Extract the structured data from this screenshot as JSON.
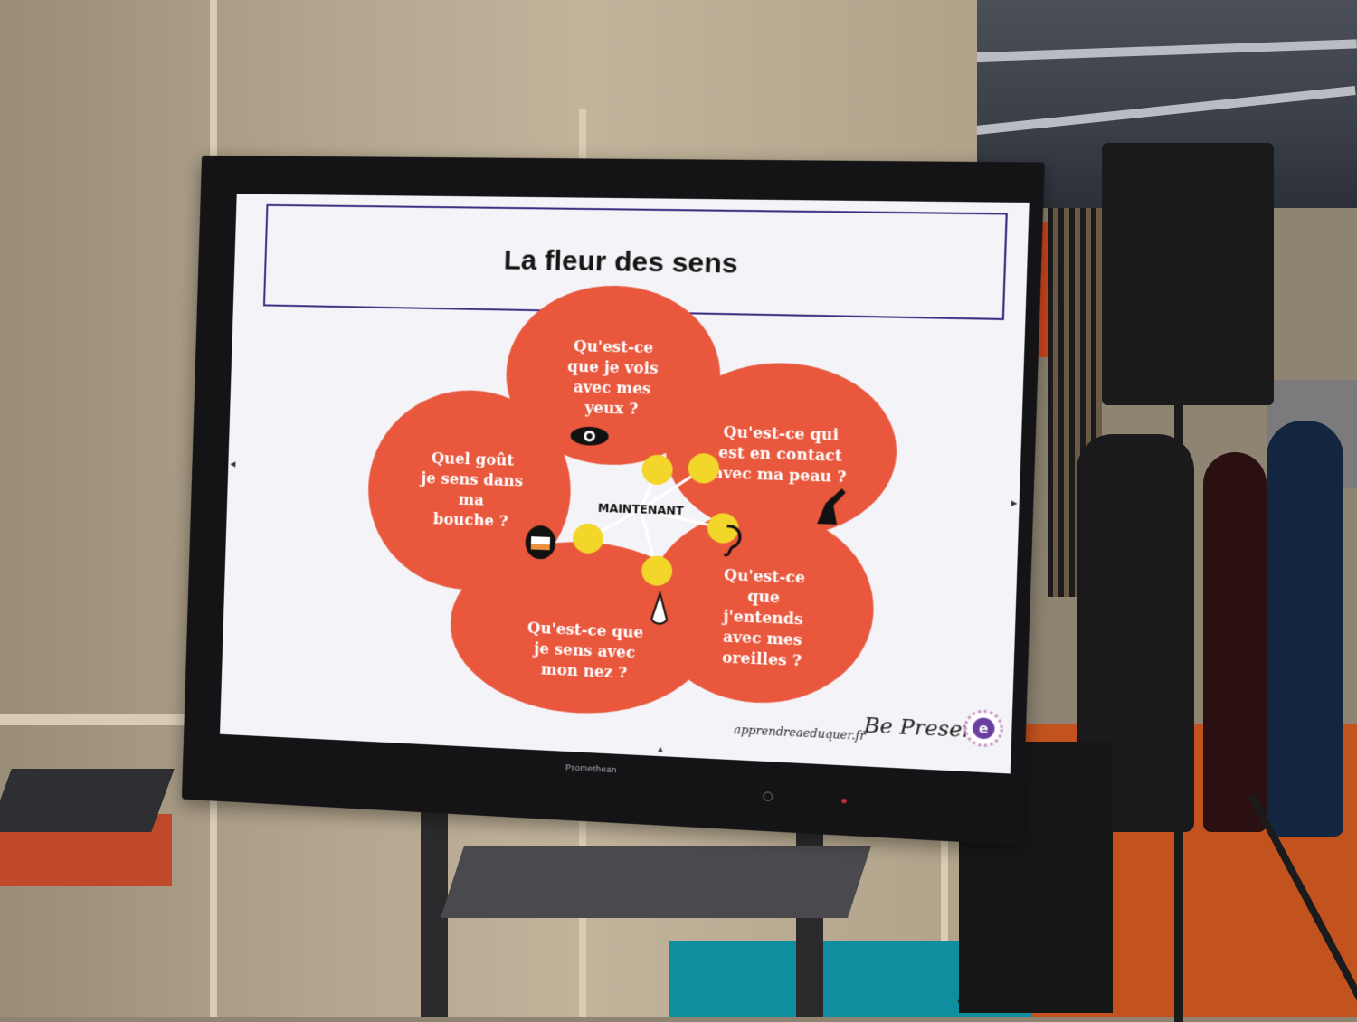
{
  "slide": {
    "title": "La fleur des sens",
    "center_label": "MAINTENANT",
    "petals": [
      {
        "id": "yeux",
        "lines": [
          "Qu'est-ce",
          "que je vois",
          "avec mes",
          "yeux ?"
        ],
        "icon": "eye-icon"
      },
      {
        "id": "peau",
        "lines": [
          "Qu'est-ce qui",
          "est en contact",
          "avec ma peau ?"
        ],
        "icon": "pointing-hand-icon"
      },
      {
        "id": "oreilles",
        "lines": [
          "Qu'est-ce",
          "que",
          "j'entends",
          "avec mes",
          "oreilles ?"
        ],
        "icon": "ear-icon"
      },
      {
        "id": "nez",
        "lines": [
          "Qu'est-ce que",
          "je sens avec",
          "mon nez ?"
        ],
        "icon": "nose-icon"
      },
      {
        "id": "bouche",
        "lines": [
          "Quel goût",
          "je sens dans",
          "ma",
          "bouche ?"
        ],
        "icon": "mouth-icon"
      }
    ],
    "footer_site": "apprendreaeduquer.fr",
    "footer_signature": "Be Present",
    "footer_logo_letter": "e"
  },
  "monitor": {
    "brand": "Promethean"
  },
  "colors": {
    "petal": "#e9573d",
    "center_dot": "#f2d62a",
    "frame": "#3d2f82",
    "slide_bg": "#f4f4f8"
  }
}
